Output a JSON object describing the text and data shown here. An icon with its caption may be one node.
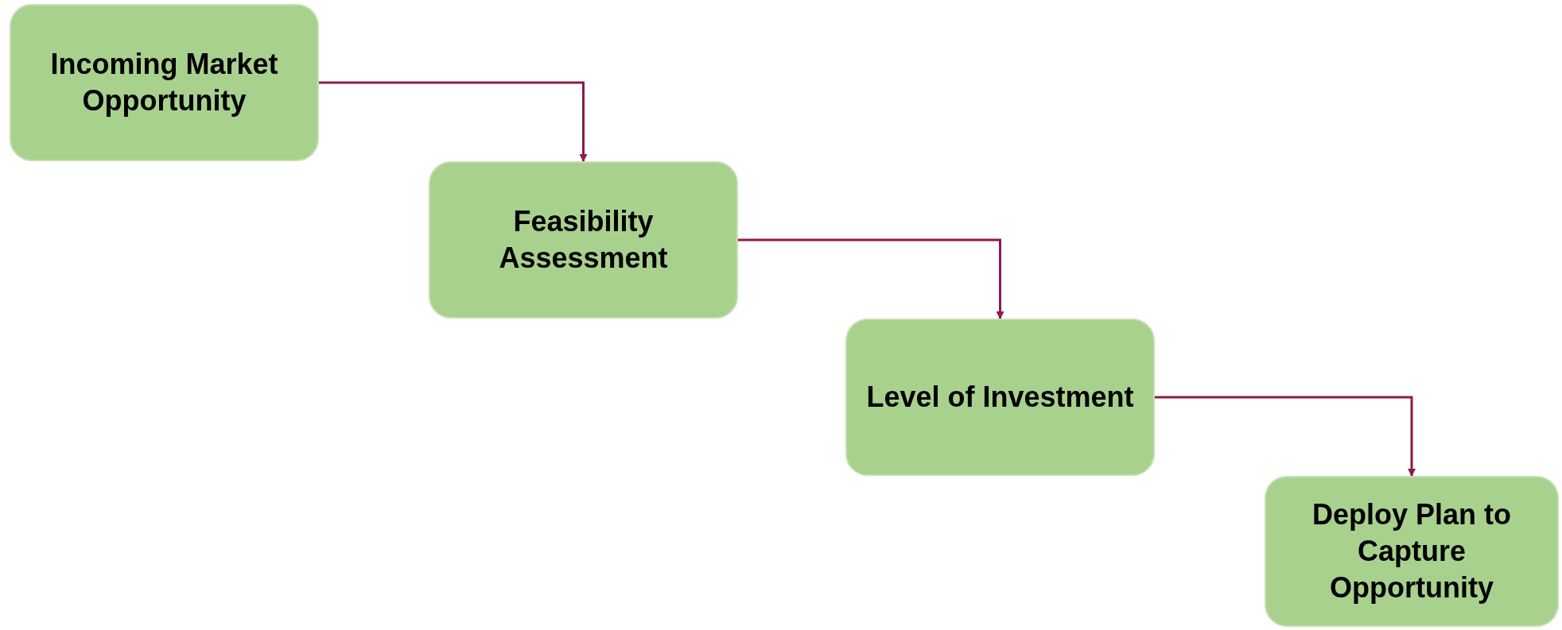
{
  "diagram": {
    "nodes": [
      {
        "text": [
          "Incoming Market Opportunity"
        ]
      },
      {
        "text": [
          "Feasibility Assessment"
        ]
      },
      {
        "text": [
          "Level of Investment"
        ]
      },
      {
        "text": [
          "Deploy Plan to Capture Opportunity"
        ]
      }
    ],
    "edges": [
      {
        "from": 0,
        "to": 1,
        "arrow": "to"
      },
      {
        "from": 1,
        "to": 2,
        "arrow": "to"
      },
      {
        "from": 2,
        "to": 3,
        "arrow": "to"
      }
    ]
  }
}
